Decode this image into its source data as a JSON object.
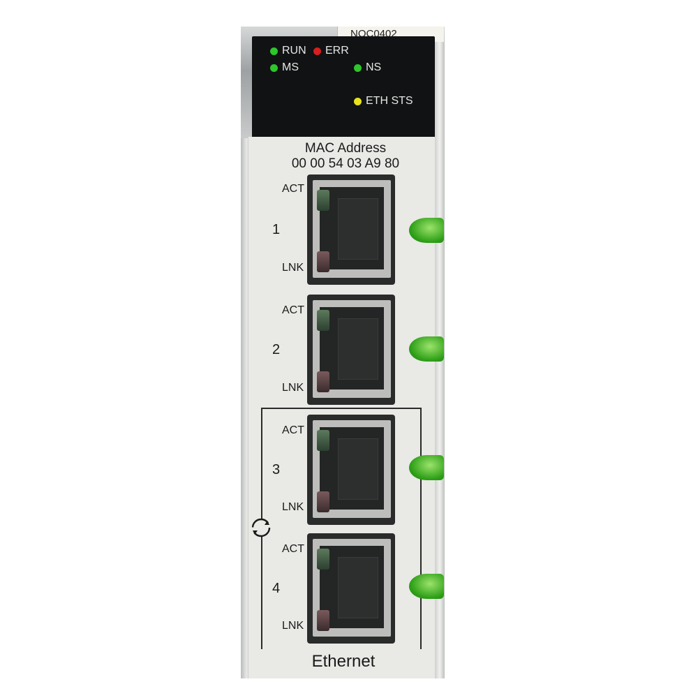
{
  "module": {
    "model": "NOC0402",
    "status_leds": [
      {
        "label": "RUN",
        "color": "#2ec62a"
      },
      {
        "label": "ERR",
        "color": "#d81e1e"
      },
      {
        "label": "MS",
        "color": "#2ec62a"
      },
      {
        "label": "NS",
        "color": "#2ec62a"
      },
      {
        "label": "ETH STS",
        "color": "#e7e21c"
      }
    ],
    "mac_title": "MAC Address",
    "mac_value": "00 00 54 03 A9 80",
    "ports": [
      {
        "number": "1",
        "act": "ACT",
        "lnk": "LNK"
      },
      {
        "number": "2",
        "act": "ACT",
        "lnk": "LNK"
      },
      {
        "number": "3",
        "act": "ACT",
        "lnk": "LNK"
      },
      {
        "number": "4",
        "act": "ACT",
        "lnk": "LNK"
      }
    ],
    "footer": "Ethernet"
  },
  "colors": {
    "latch": "#2fa018",
    "body": "#e9e9e6",
    "led_panel": "#101213"
  },
  "icons": [
    "ring-redundancy-icon"
  ]
}
